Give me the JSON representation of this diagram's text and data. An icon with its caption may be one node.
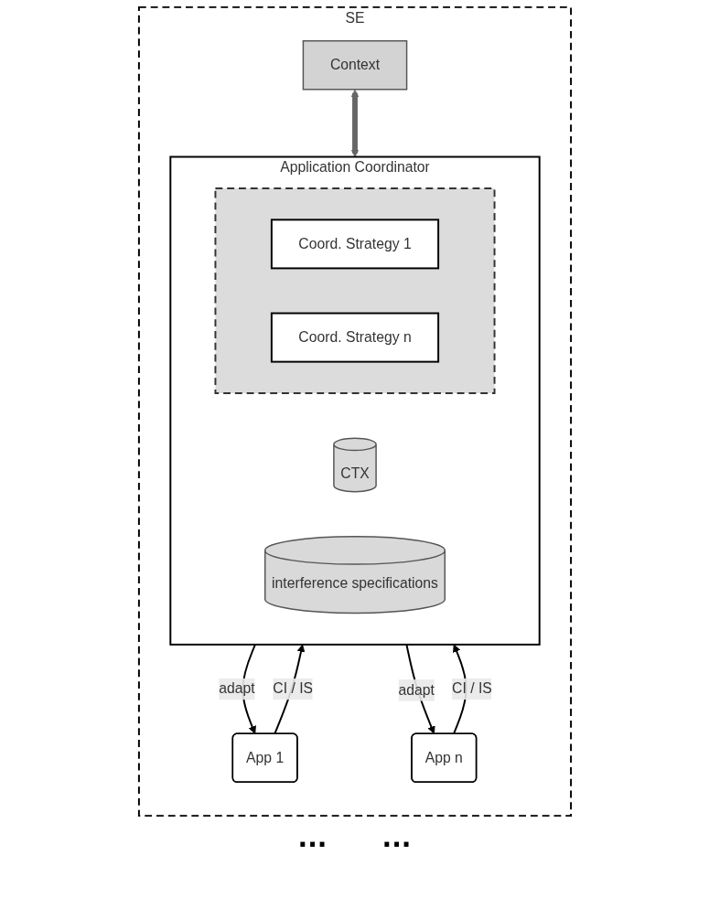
{
  "diagram": {
    "nodes": [
      {
        "text": [
          "SE"
        ]
      },
      {
        "text": [
          "Context"
        ],
        "in": 0
      },
      {
        "text": [
          "Application Coordinator"
        ],
        "in": 0
      },
      {
        "text": [
          "CTX"
        ],
        "in": 2
      },
      {
        "text": [
          "interference specifications"
        ],
        "in": 2
      },
      {
        "text": [],
        "shape": "box",
        "in": 2
      },
      {
        "text": [
          "Coord. Strategy 1"
        ],
        "in": 5
      },
      {
        "text": [
          "Coord. Strategy n"
        ],
        "in": 5
      },
      {
        "text": [
          "App 1"
        ],
        "in": 0
      },
      {
        "text": [
          "App n"
        ],
        "in": 0
      }
    ],
    "edges": [
      {
        "from": 1,
        "to": 2,
        "arrow": "both",
        "style": "thick",
        "color": "#666666"
      },
      {
        "from": 8,
        "to": 2,
        "arrow": "to",
        "label": "CI / IS"
      },
      {
        "from": 2,
        "to": 8,
        "arrow": "to",
        "label": "adapt"
      },
      {
        "from": 9,
        "to": 2,
        "arrow": "to",
        "label": "CI / IS"
      },
      {
        "from": 2,
        "to": 9,
        "arrow": "to",
        "label": "adapt"
      }
    ],
    "labels": [
      "...",
      "..."
    ]
  }
}
